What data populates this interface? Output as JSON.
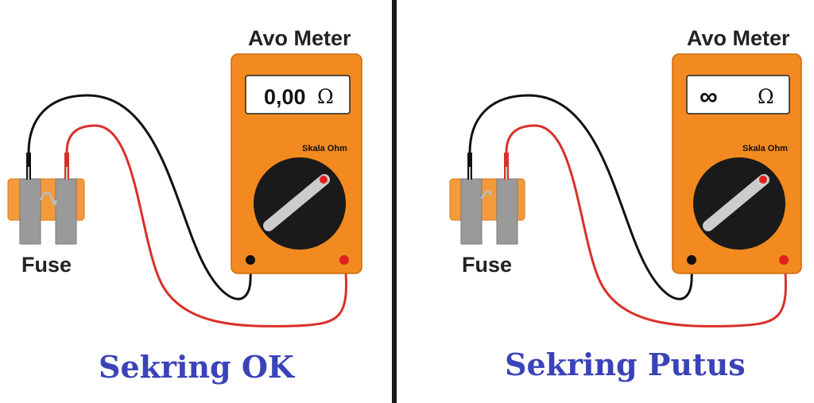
{
  "left": {
    "meter_title": "Avo Meter",
    "display_value": "0,00",
    "display_unit": "Ω",
    "scale_label": "Skala Ohm",
    "fuse_label": "Fuse",
    "caption": "Sekring OK"
  },
  "right": {
    "meter_title": "Avo Meter",
    "display_value": "∞",
    "display_unit": "Ω",
    "scale_label": "Skala Ohm",
    "fuse_label": "Fuse",
    "caption": "Sekring Putus"
  },
  "colors": {
    "meter_body": "#f28a1f",
    "lead_black": "#111111",
    "lead_red": "#d9302a",
    "fuse_body": "#f39a3a",
    "fuse_pin": "#9a9a9a",
    "caption": "#3a43b8"
  }
}
